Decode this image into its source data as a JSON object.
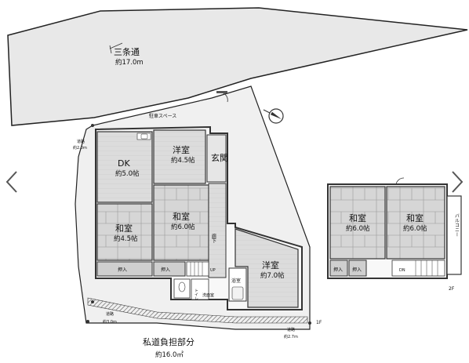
{
  "street": {
    "name": "三条通",
    "width": "約17.0m"
  },
  "parking": "駐車スペース",
  "roads": {
    "left_top": {
      "label": "道路",
      "width": "約2.0m"
    },
    "left_bottom": {
      "label": "道路",
      "width": "約3.0m"
    },
    "bottom_right": {
      "label": "道路",
      "width": "約2.7m"
    },
    "private_road": {
      "label": "私道負担部分",
      "width": "約16.0㎡"
    }
  },
  "floor1": {
    "label": "1F",
    "rooms": {
      "dk": {
        "name": "DK",
        "size": "約5.0帖"
      },
      "western1": {
        "name": "洋室",
        "size": "約4.5帖"
      },
      "entrance": {
        "name": "玄関"
      },
      "japanese1": {
        "name": "和室",
        "size": "約4.5帖"
      },
      "japanese2": {
        "name": "和室",
        "size": "約6.0帖"
      },
      "hallway": {
        "name": "廊下"
      },
      "western2": {
        "name": "洋室",
        "size": "約7.0帖"
      },
      "closet1": "押入",
      "closet2": "押入",
      "toilet": "トイレ",
      "bath": "浴室",
      "washroom": "洗面室",
      "stairs": "UP"
    }
  },
  "floor2": {
    "label": "2F",
    "rooms": {
      "japanese1": {
        "name": "和室",
        "size": "約6.0帖"
      },
      "japanese2": {
        "name": "和室",
        "size": "約6.0帖"
      },
      "balcony": "バルコニー",
      "closet1": "押入",
      "closet2": "押入",
      "stairs": "DN"
    }
  },
  "compass": {
    "label": "N"
  },
  "colors": {
    "wall": "#333333",
    "room_fill": "#d9d9d9",
    "closet_fill": "#cfcfcf",
    "lot_fill": "#eeeeee",
    "hatch": "#555555"
  }
}
